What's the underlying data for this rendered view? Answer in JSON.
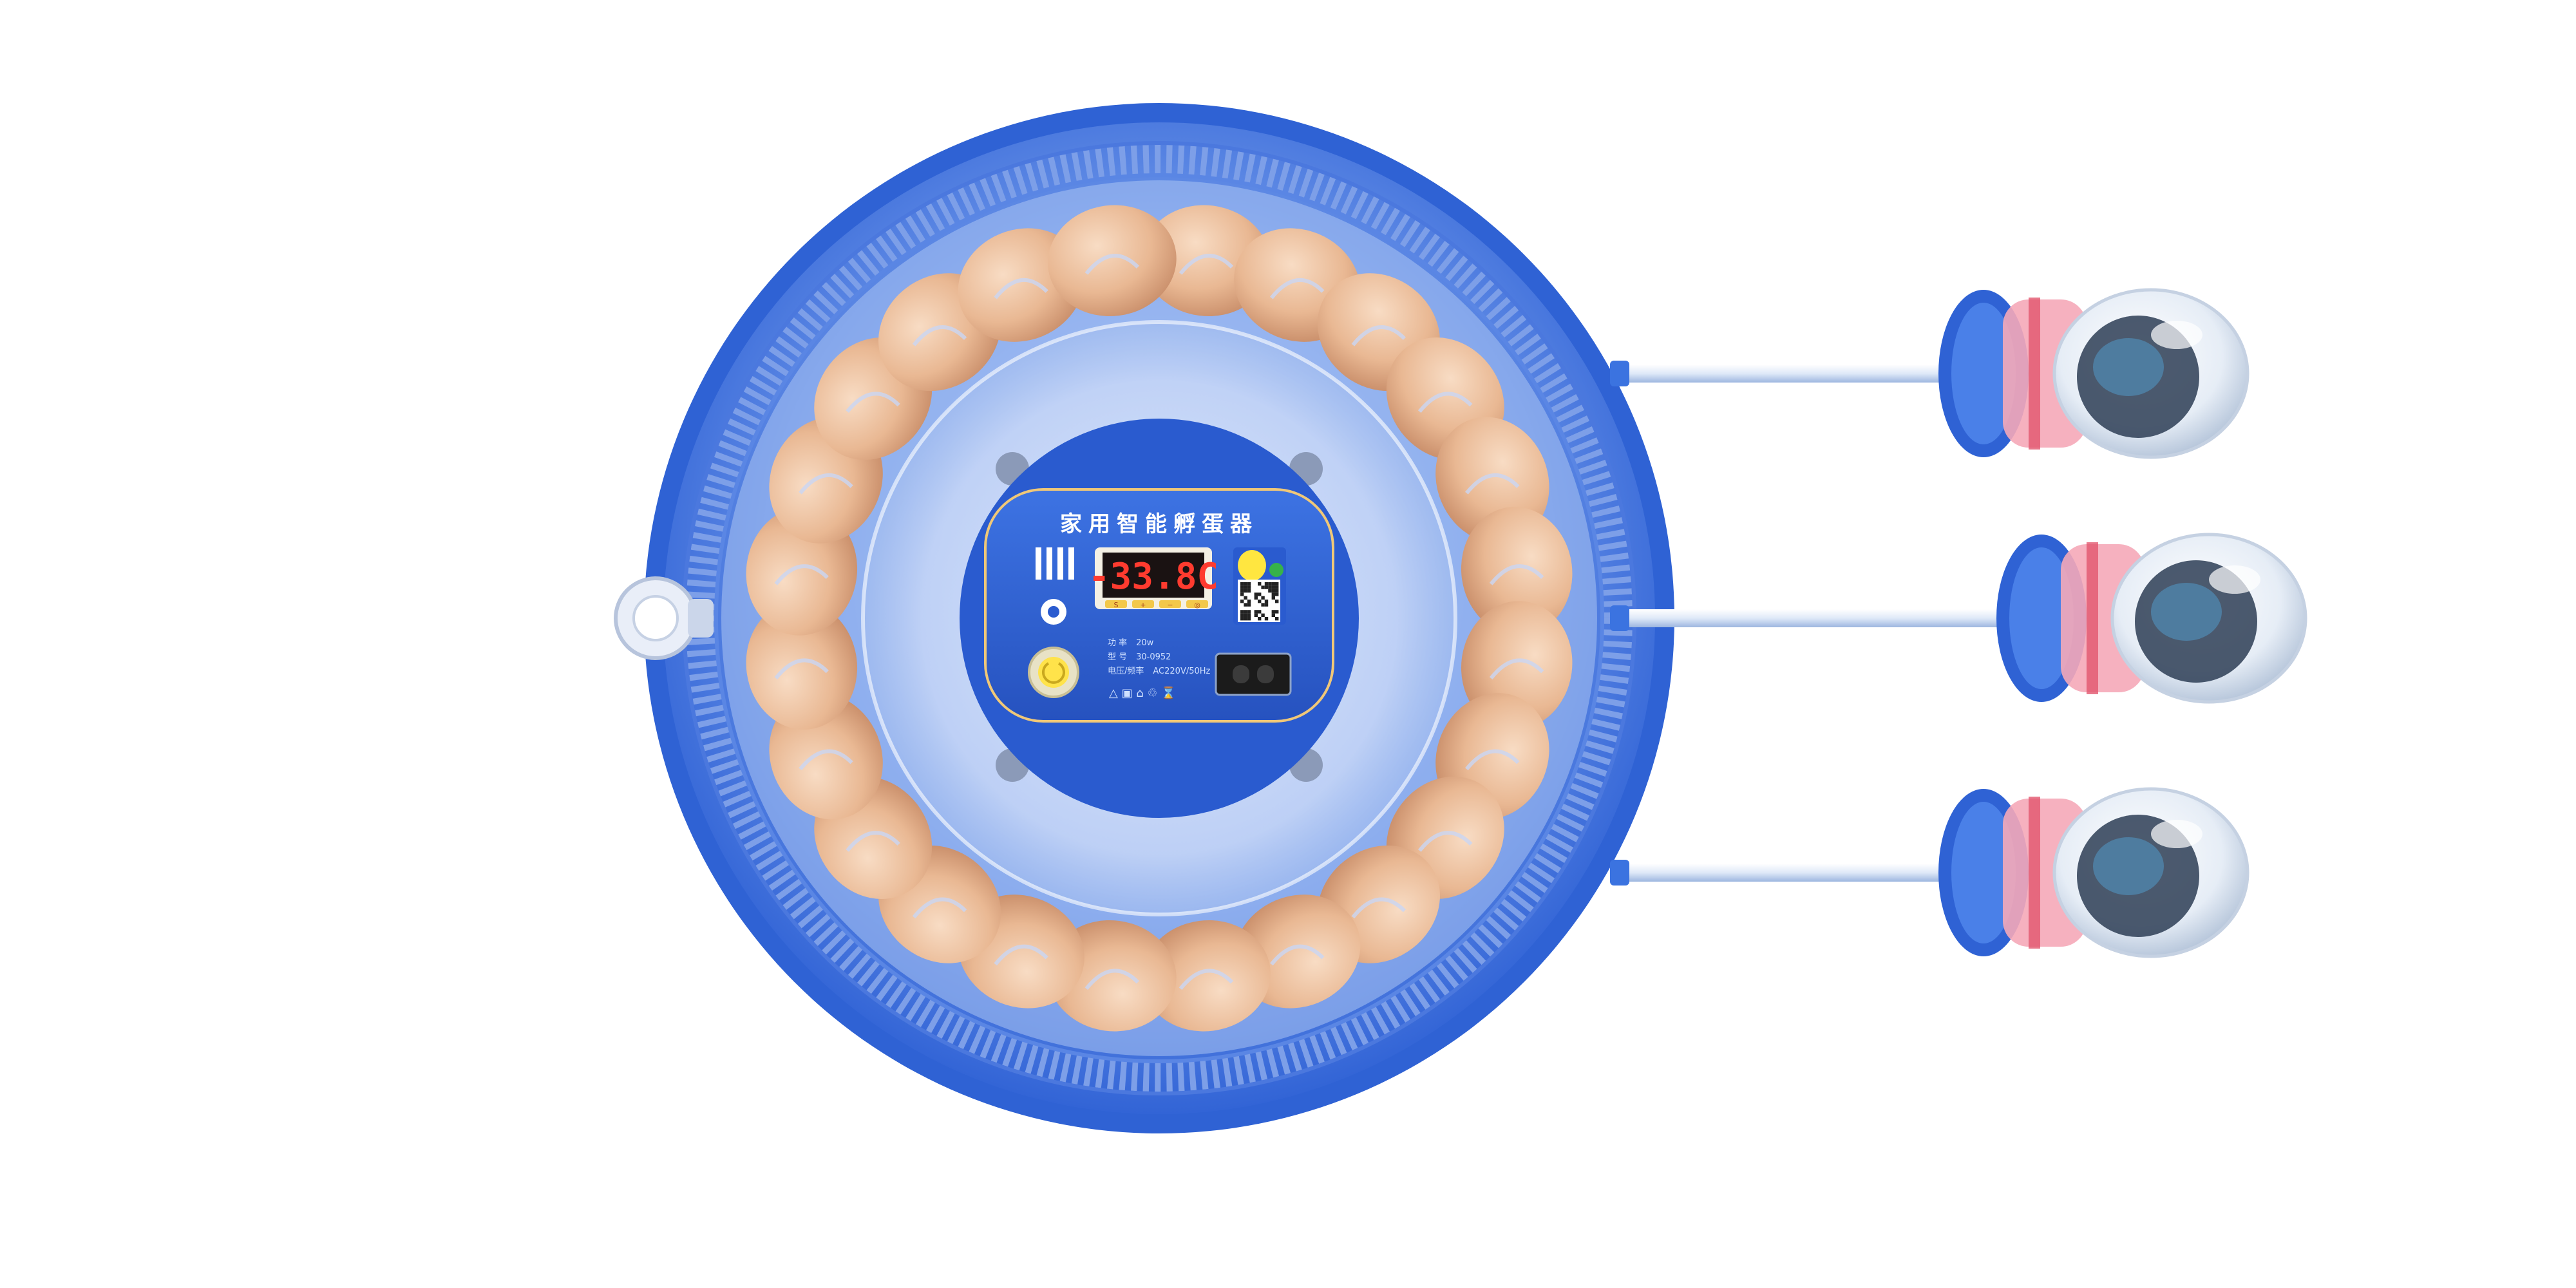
{
  "device": {
    "panel_title": "家用智能孵蛋器",
    "display": {
      "temperature_reading": "-33.8C",
      "button_icons": [
        "set-icon",
        "plus-icon",
        "minus-icon",
        "bulb-icon"
      ]
    },
    "spec_lines": [
      {
        "label": "功      率",
        "value": "20w"
      },
      {
        "label": "型      号",
        "value": "30-0952"
      },
      {
        "label": "电压/频率",
        "value": "AC220V/50Hz"
      }
    ],
    "egg_count": 24,
    "turning_motor_count": 3,
    "colors": {
      "body_blue": "#3b73e0",
      "panel_blue": "#2c5fd0",
      "egg": "#e9b893",
      "lcd_red": "#ff3b2f",
      "motor_pink": "#f5a9b8"
    }
  }
}
